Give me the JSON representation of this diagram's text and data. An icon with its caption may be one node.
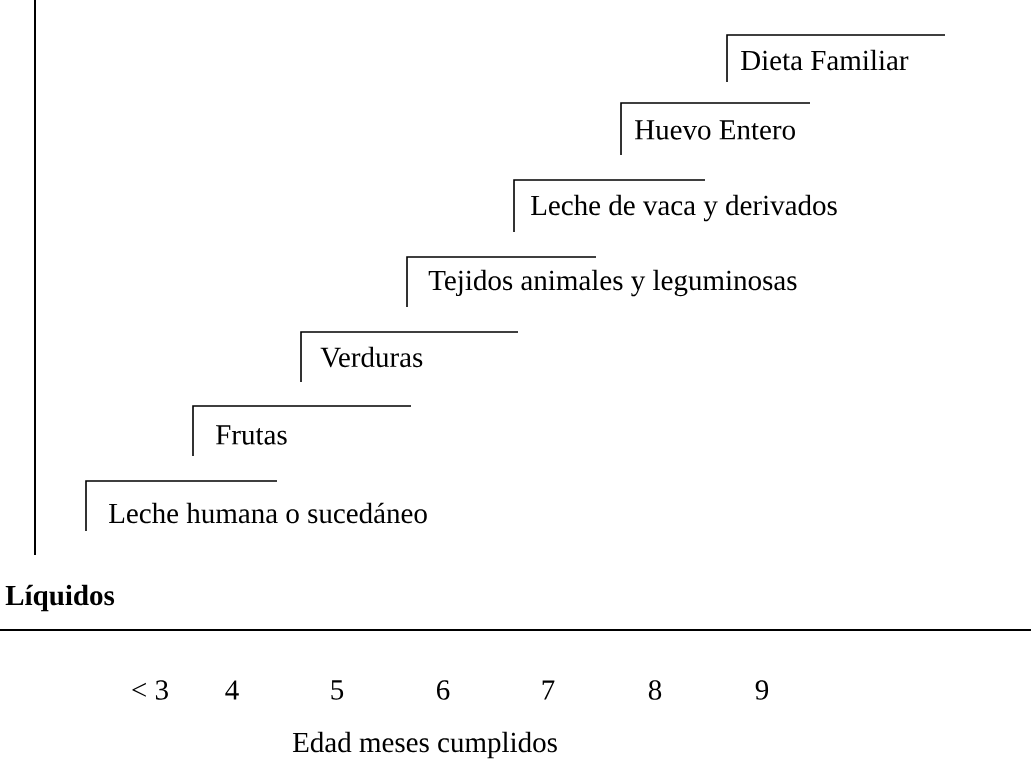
{
  "diagram": {
    "labels": [
      "Dieta Familiar",
      "Huevo Entero",
      "Leche de vaca y derivados",
      "Tejidos animales y leguminosas",
      "Verduras",
      "Frutas",
      "Leche humana o sucedáneo",
      "Líquidos",
      "< 3",
      "4",
      "5",
      "6",
      "7",
      "8",
      "9",
      "Edad meses cumplidos"
    ]
  }
}
